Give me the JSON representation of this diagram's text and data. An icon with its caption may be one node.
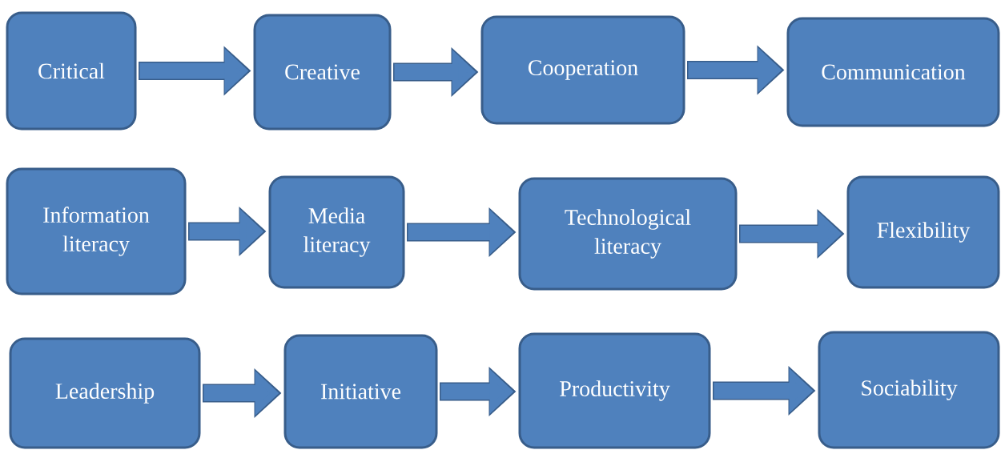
{
  "diagram": {
    "nodes": [
      {
        "text": [
          "Critical"
        ]
      },
      {
        "text": [
          "Creative"
        ]
      },
      {
        "text": [
          "Cooperation"
        ]
      },
      {
        "text": [
          "Communication"
        ]
      },
      {
        "text": [
          "Information literacy"
        ]
      },
      {
        "text": [
          "Media literacy"
        ]
      },
      {
        "text": [
          "Technological literacy"
        ]
      },
      {
        "text": [
          "Flexibility"
        ]
      },
      {
        "text": [
          "Leadership"
        ]
      },
      {
        "text": [
          "Initiative"
        ]
      },
      {
        "text": [
          "Productivity"
        ]
      },
      {
        "text": [
          "Sociability"
        ]
      }
    ],
    "edges": [
      {
        "from": 0,
        "to": 1,
        "arrow": "to"
      },
      {
        "from": 1,
        "to": 2,
        "arrow": "to"
      },
      {
        "from": 2,
        "to": 3,
        "arrow": "to"
      },
      {
        "from": 4,
        "to": 5,
        "arrow": "to"
      },
      {
        "from": 5,
        "to": 6,
        "arrow": "to"
      },
      {
        "from": 6,
        "to": 7,
        "arrow": "to"
      },
      {
        "from": 8,
        "to": 9,
        "arrow": "to"
      },
      {
        "from": 9,
        "to": 10,
        "arrow": "to"
      },
      {
        "from": 10,
        "to": 11,
        "arrow": "to"
      }
    ]
  }
}
